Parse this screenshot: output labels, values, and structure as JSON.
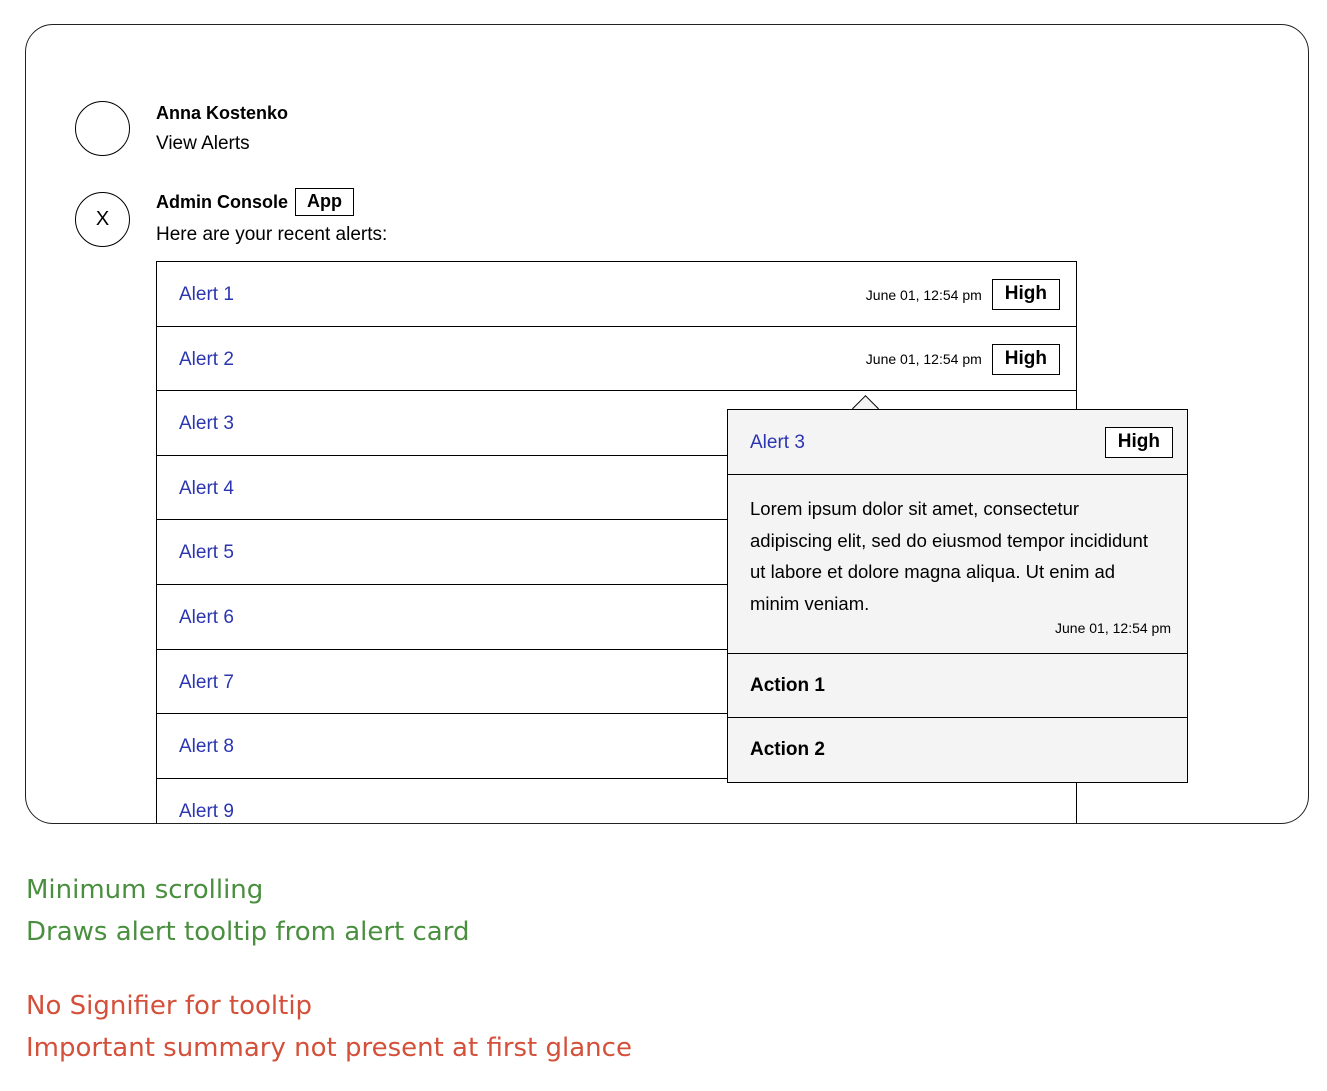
{
  "user_message": {
    "name": "Anna Kostenko",
    "text": "View Alerts"
  },
  "app_message": {
    "name": "Admin Console",
    "tag": "App",
    "avatar_glyph": "X",
    "text": "Here are your recent alerts:"
  },
  "alerts": [
    {
      "title": "Alert 1",
      "time": "June 01, 12:54 pm",
      "severity": "High"
    },
    {
      "title": "Alert 2",
      "time": "June 01, 12:54 pm",
      "severity": "High"
    },
    {
      "title": "Alert 3",
      "time": "",
      "severity": ""
    },
    {
      "title": "Alert 4",
      "time": "",
      "severity": ""
    },
    {
      "title": "Alert 5",
      "time": "",
      "severity": ""
    },
    {
      "title": "Alert 6",
      "time": "",
      "severity": ""
    },
    {
      "title": "Alert 7",
      "time": "",
      "severity": ""
    },
    {
      "title": "Alert 8",
      "time": "",
      "severity": ""
    },
    {
      "title": "Alert 9",
      "time": "",
      "severity": ""
    }
  ],
  "tooltip": {
    "title": "Alert 3",
    "severity": "High",
    "body": "Lorem ipsum dolor sit amet, consectetur adipiscing elit, sed do eiusmod tempor incididunt ut labore et dolore magna aliqua. Ut enim ad minim veniam.",
    "time": "June 01, 12:54 pm",
    "actions": [
      "Action 1",
      "Action 2"
    ]
  },
  "notes": {
    "pros": [
      "Minimum scrolling",
      "Draws alert tooltip from alert card"
    ],
    "cons": [
      "No Signifier for tooltip",
      "Important summary not present at first glance"
    ]
  },
  "colors": {
    "link": "#2b35b0",
    "pro": "#4a8f3f",
    "con": "#d4503a",
    "tooltip_bg": "#f4f4f4"
  }
}
